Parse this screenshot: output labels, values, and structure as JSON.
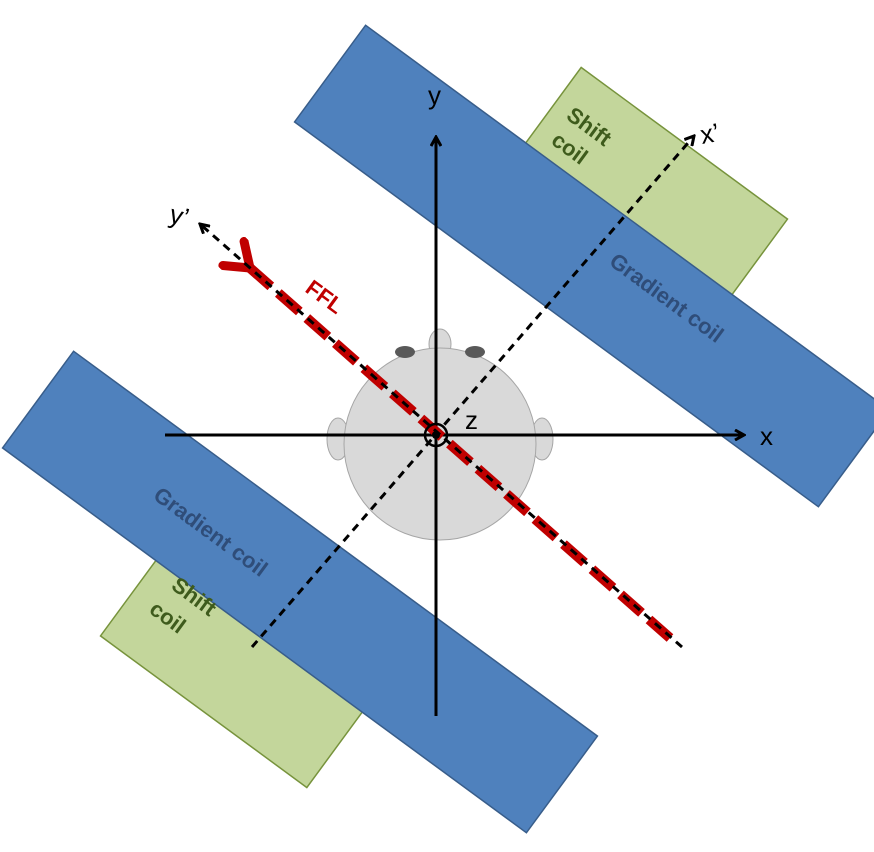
{
  "labels": {
    "gradient_coil_upper": "Gradient coil",
    "gradient_coil_lower": "Gradient coil",
    "shift_coil_upper_line1": "Shift",
    "shift_coil_upper_line2": "coil",
    "shift_coil_lower_line1": "Shift",
    "shift_coil_lower_line2": "coil",
    "axis_x": "x",
    "axis_y": "y",
    "axis_z": "z",
    "axis_x_prime": "x’",
    "axis_y_prime": "y’",
    "ffl": "FFL"
  },
  "colors": {
    "gradient_coil_fill": "#4f81bd",
    "gradient_coil_stroke": "#385d8a",
    "shift_coil_fill": "#c3d69b",
    "shift_coil_stroke": "#77933c",
    "ffl": "#c00000",
    "head_fill": "#d9d9d9",
    "head_stroke": "#a6a6a6",
    "sensor_fill": "#595959"
  }
}
